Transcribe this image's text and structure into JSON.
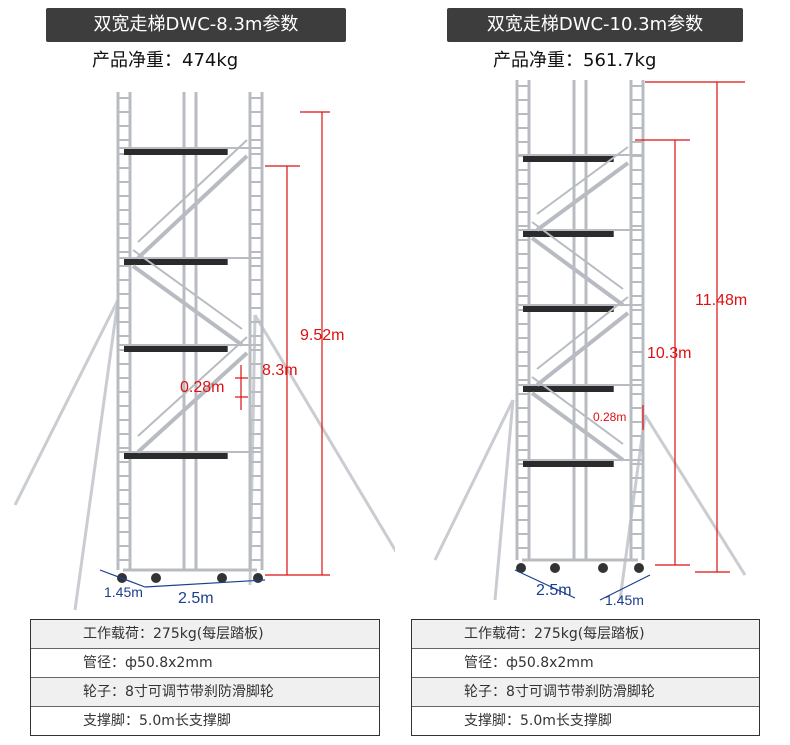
{
  "left": {
    "title": "双宽走梯DWC-8.3m参数",
    "weight": "产品净重：474kg",
    "dims": {
      "total": "9.52m",
      "platform": "8.3m",
      "rung": "0.28m",
      "width": "1.45m",
      "length": "2.5m"
    },
    "specs": [
      "工作载荷：275kg(每层踏板)",
      "管径：ф50.8x2mm",
      "轮子：8寸可调节带刹防滑脚轮",
      "支撑脚：5.0m长支撑脚"
    ]
  },
  "right": {
    "title": "双宽走梯DWC-10.3m参数",
    "weight": "产品净重：561.7kg",
    "dims": {
      "total": "11.48m",
      "platform": "10.3m",
      "rung": "0.28m",
      "length": "2.5m",
      "width": "1.45m"
    },
    "specs": [
      "工作载荷：275kg(每层踏板)",
      "管径：ф50.8x2mm",
      "轮子：8寸可调节带刹防滑脚轮",
      "支撑脚：5.0m长支撑脚"
    ]
  },
  "colors": {
    "dimension": "#dd1111",
    "title_bg": "#3d3d3d",
    "aluminum": "#b8bcc2",
    "deck": "#2b2b2b"
  }
}
